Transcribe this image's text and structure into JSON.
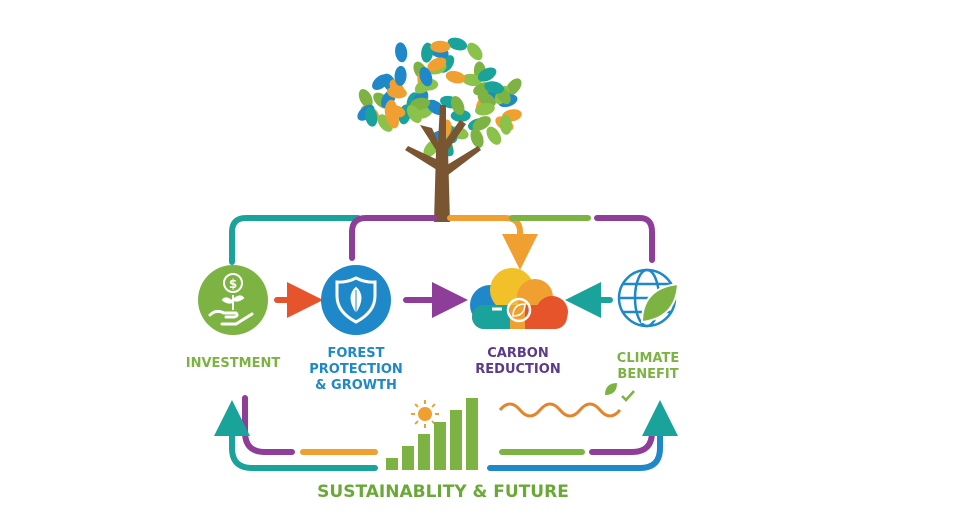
{
  "nodes": [
    {
      "id": "investment",
      "lines": [
        "INVESTMENT"
      ],
      "color": "#7cb342"
    },
    {
      "id": "forest",
      "lines": [
        "FOREST",
        "PROTECTION",
        "& GROWTH"
      ],
      "color": "#1e88c8"
    },
    {
      "id": "carbon",
      "lines": [
        "CARBON",
        "REDUCTION"
      ],
      "color": "#5b3a8c"
    },
    {
      "id": "climate",
      "lines": [
        "CLIMATE",
        "BENEFIT"
      ],
      "color": "#7cb342"
    }
  ],
  "footer": {
    "title": "SUSTAINABLITY & FUTURE",
    "color": "#6aa838"
  },
  "growth_bars": [
    1,
    2,
    3,
    4,
    5,
    6
  ],
  "colors": {
    "green": "#7cb342",
    "teal": "#1aa39a",
    "purple": "#8e3d98",
    "orange": "#f0a030",
    "red": "#e5542b",
    "blue": "#1e88c8",
    "brown": "#7a5532"
  },
  "icons": [
    "tree-icon",
    "money-hand-plant-icon",
    "shield-leaf-icon",
    "cloud-leaf-icon",
    "globe-leaf-icon",
    "sun-icon",
    "bar-chart-icon"
  ]
}
